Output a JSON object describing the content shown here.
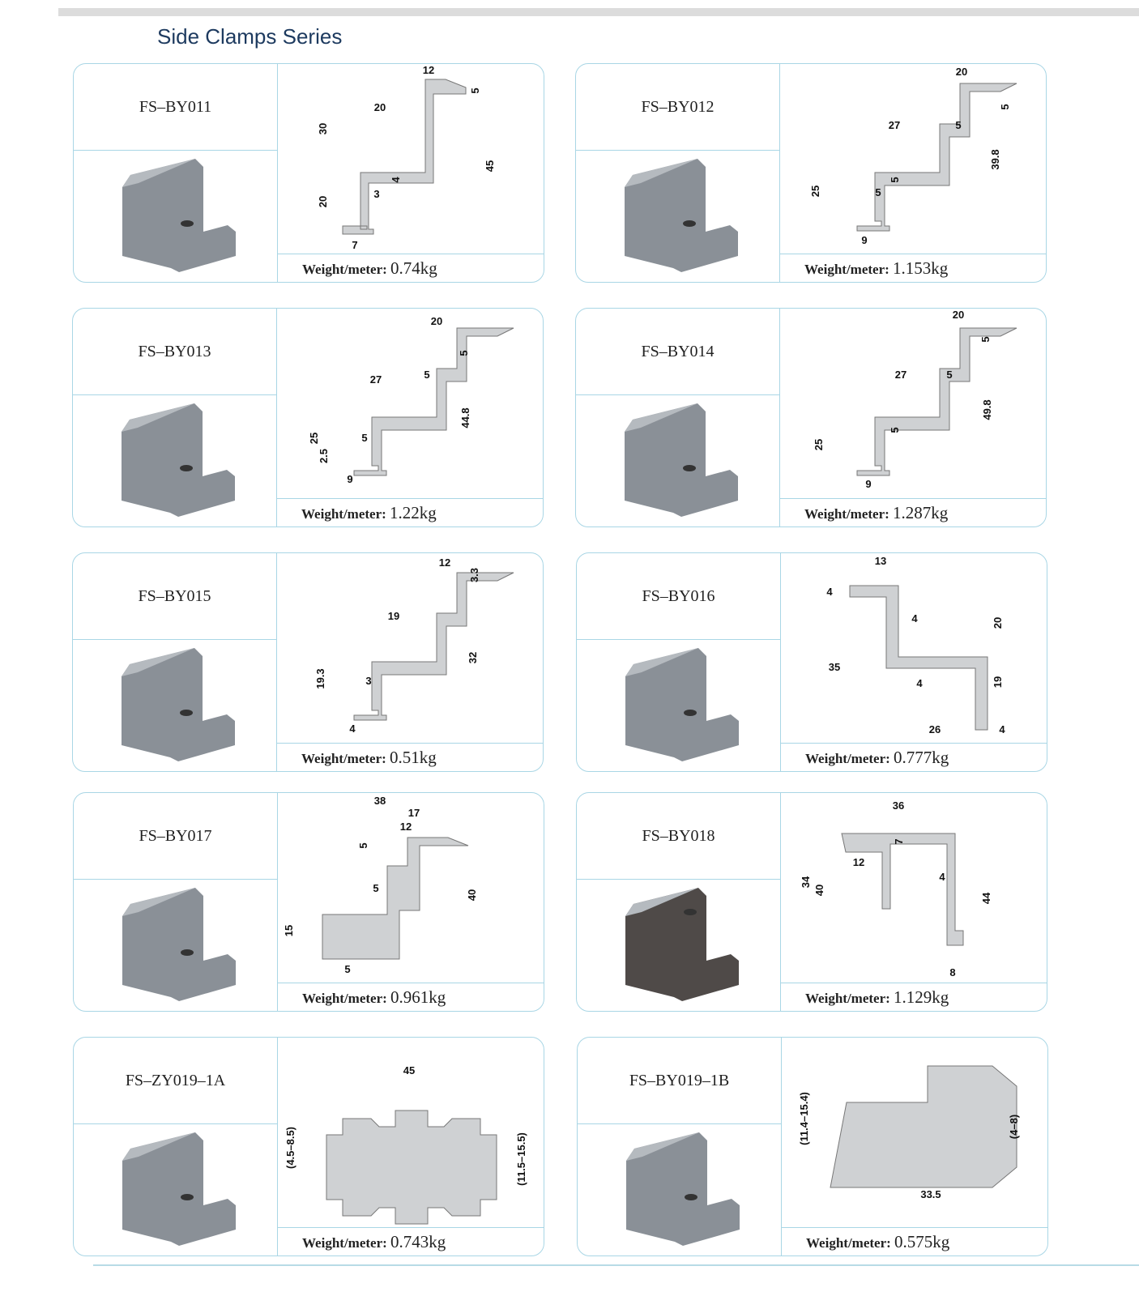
{
  "page_title": "Side Clamps Series",
  "weight_label": "Weight/meter:",
  "products": [
    {
      "name": "FS–BY011",
      "weight": "0.74kg",
      "dims": [
        "12",
        "5",
        "20",
        "30",
        "45",
        "4",
        "3",
        "20",
        "7"
      ]
    },
    {
      "name": "FS–BY012",
      "weight": "1.153kg",
      "dims": [
        "20",
        "5",
        "27",
        "5",
        "5",
        "25",
        "39.8",
        "5",
        "9"
      ]
    },
    {
      "name": "FS–BY013",
      "weight": "1.22kg",
      "dims": [
        "20",
        "5",
        "27",
        "5",
        "44.8",
        "25",
        "5",
        "2.5",
        "9"
      ]
    },
    {
      "name": "FS–BY014",
      "weight": "1.287kg",
      "dims": [
        "20",
        "5",
        "27",
        "5",
        "49.8",
        "5",
        "25",
        "9"
      ]
    },
    {
      "name": "FS–BY015",
      "weight": "0.51kg",
      "dims": [
        "12",
        "3.3",
        "19",
        "32",
        "19.3",
        "3",
        "4"
      ]
    },
    {
      "name": "FS–BY016",
      "weight": "0.777kg",
      "dims": [
        "13",
        "4",
        "4",
        "20",
        "35",
        "4",
        "19",
        "26",
        "4"
      ]
    },
    {
      "name": "FS–BY017",
      "weight": "0.961kg",
      "dims": [
        "38",
        "17",
        "12",
        "5",
        "5",
        "40",
        "15",
        "5"
      ]
    },
    {
      "name": "FS–BY018",
      "weight": "1.129kg",
      "dims": [
        "36",
        "7",
        "12",
        "34",
        "40",
        "4",
        "44",
        "8"
      ]
    },
    {
      "name": "FS–ZY019–1A",
      "weight": "0.743kg",
      "dims": [
        "45",
        "(4.5–8.5)",
        "(11.5–15.5)"
      ]
    },
    {
      "name": "FS–BY019–1B",
      "weight": "0.575kg",
      "dims": [
        "(11.4–15.4)",
        "(4–8)",
        "33.5"
      ]
    }
  ],
  "colors": {
    "title": "#1d3a5f",
    "border": "#a9d6e5",
    "profile": "#cfd1d3",
    "product": "#8a9097",
    "product_dark": "#4f4a48"
  }
}
